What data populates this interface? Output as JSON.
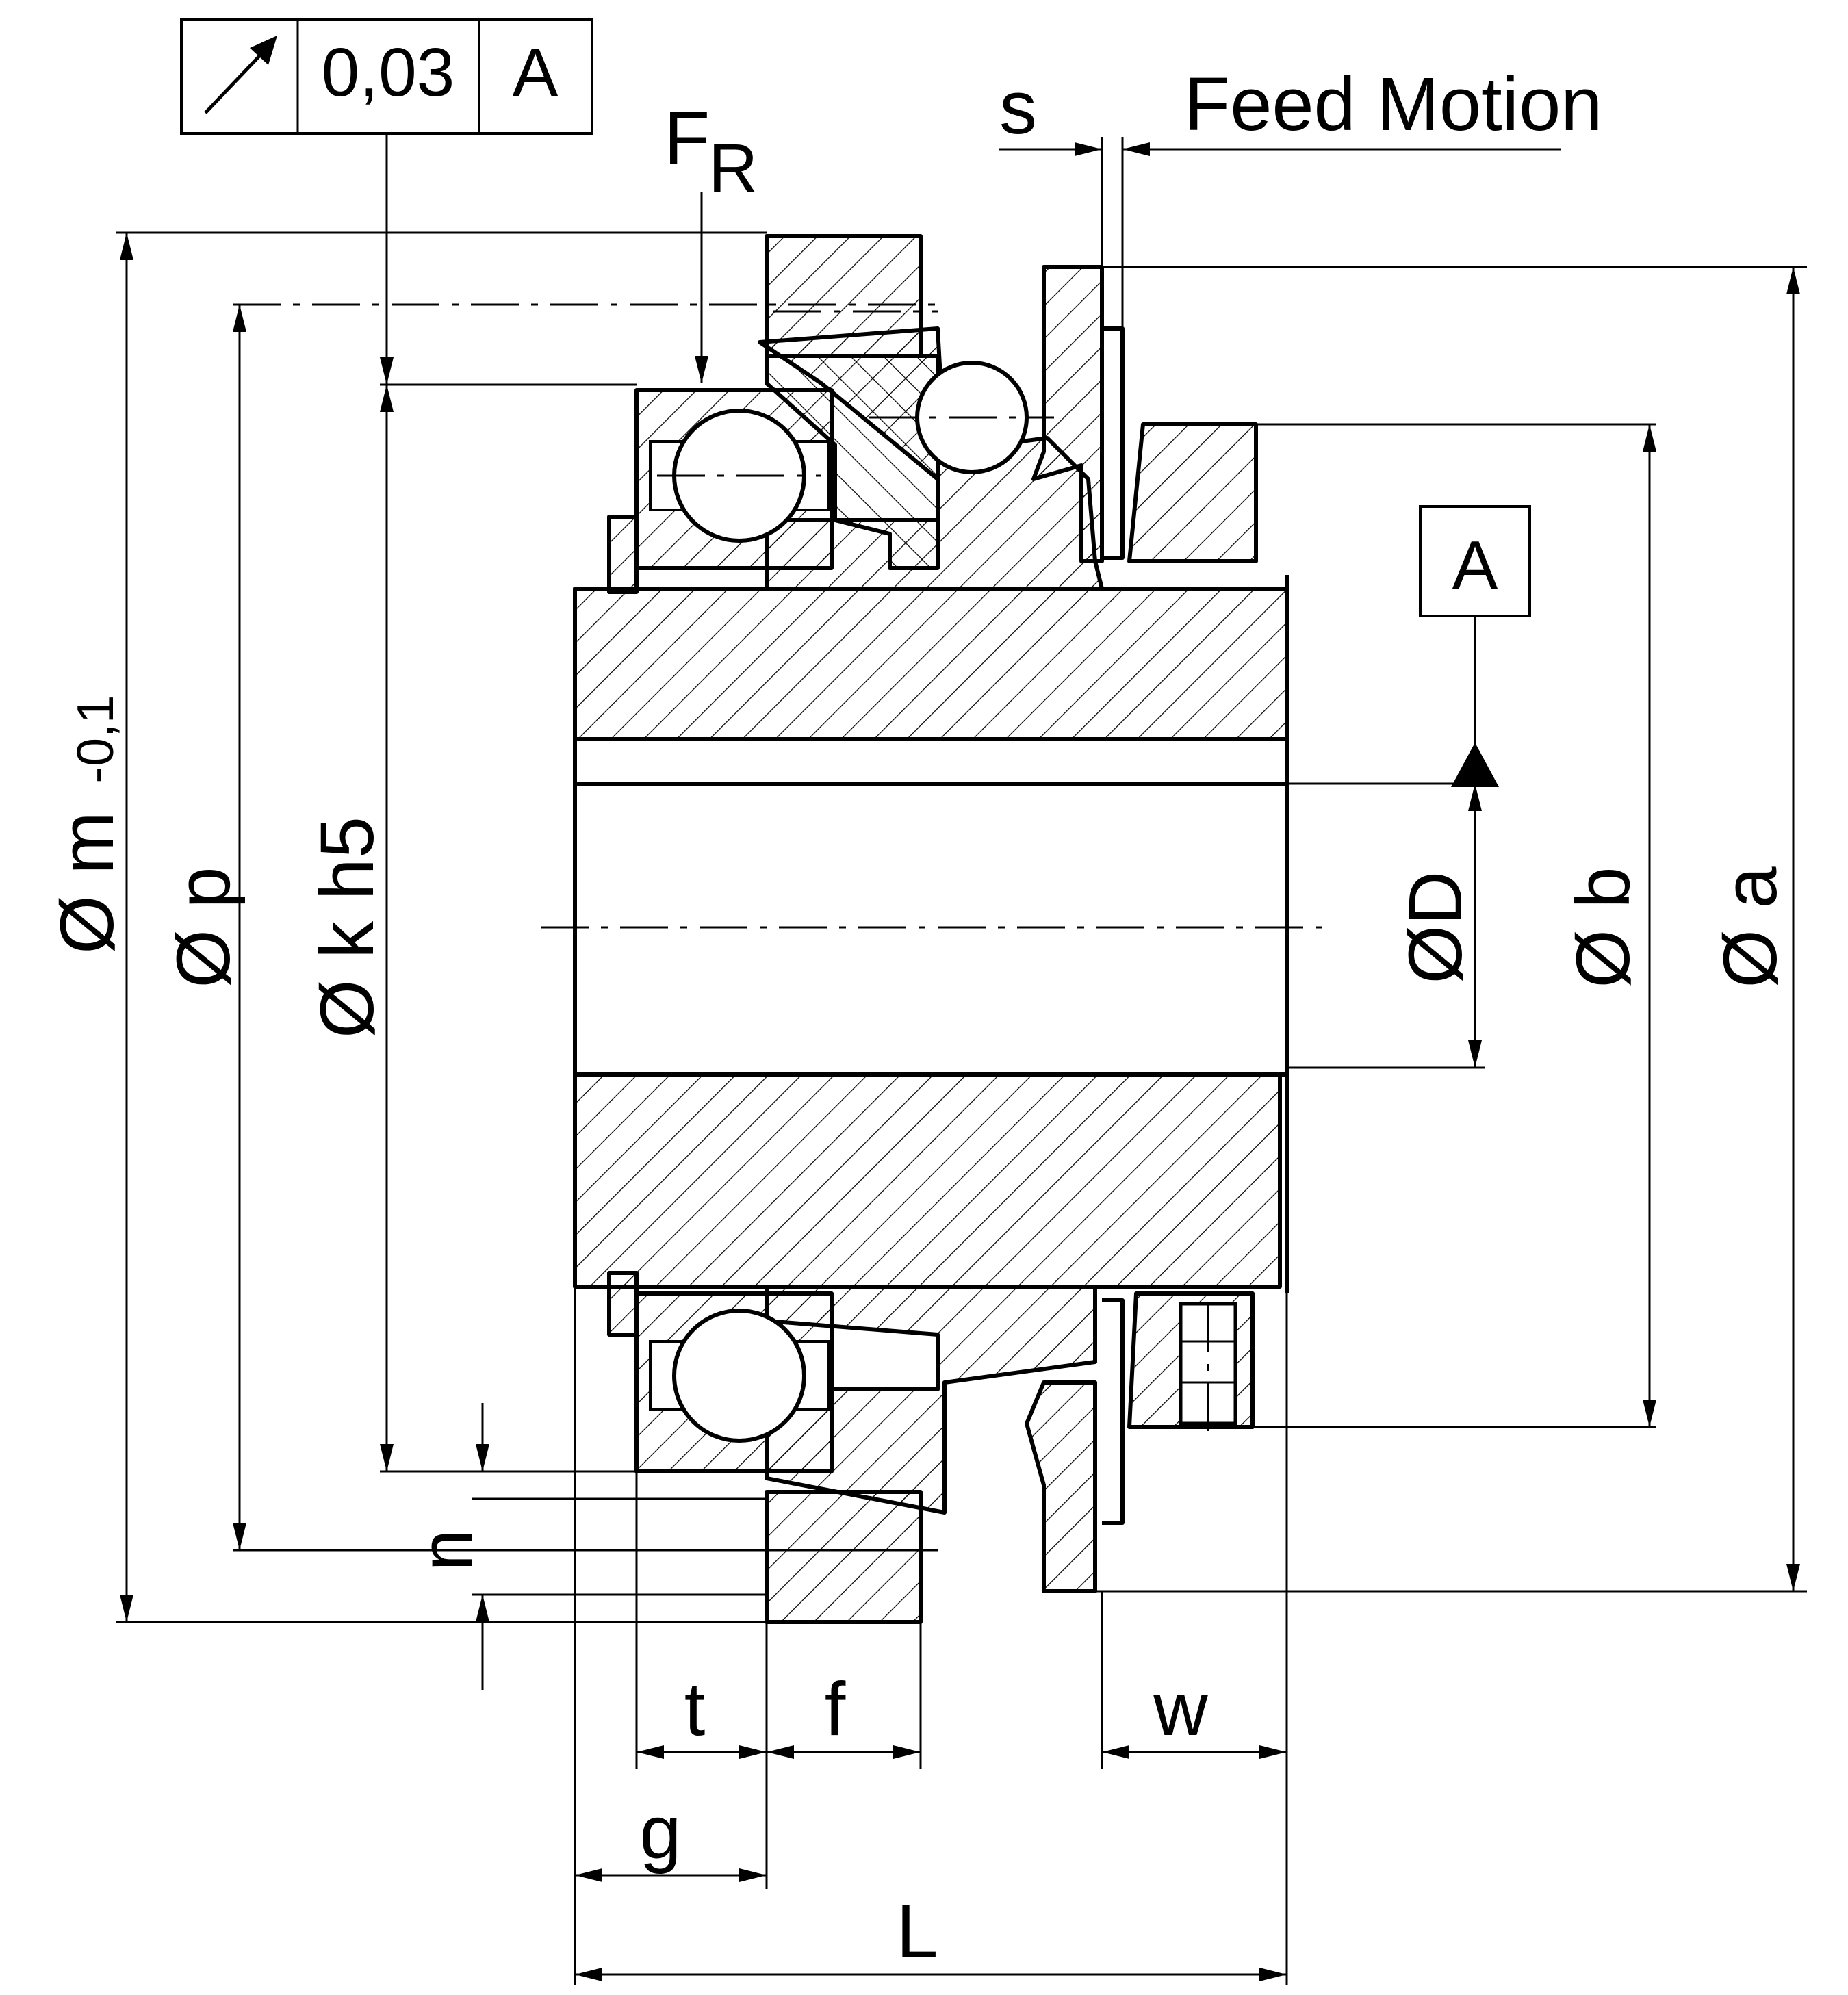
{
  "drawing": {
    "tolerance_frame": {
      "symbol": "circular-runout-arrow-icon",
      "value": "0,03",
      "datum": "A"
    },
    "datum_label": "A",
    "force_label": {
      "main": "F",
      "sub": "R"
    },
    "feed_motion": {
      "letter": "s",
      "text": "Feed Motion"
    },
    "dimensions": {
      "m": {
        "text": "Ø m",
        "tol": "-0,1"
      },
      "p": "Ø p",
      "k": "Ø k h5",
      "D": "ØD",
      "b": "Ø b",
      "a": "Ø a",
      "n": "n",
      "t": "t",
      "f": "f",
      "w": "w",
      "g": "g",
      "L": "L"
    }
  }
}
